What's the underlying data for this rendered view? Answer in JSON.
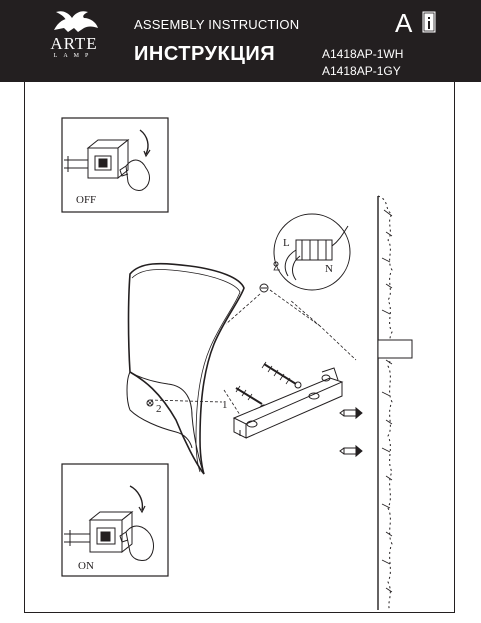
{
  "header": {
    "brand_name": "ARTE",
    "brand_sub": "LAMP",
    "title_en": "ASSEMBLY INSTRUCTION",
    "title_ru": "ИНСТРУКЦИЯ",
    "letter": "A",
    "models": [
      "A1418AP-1WH",
      "A1418AP-1GY"
    ]
  },
  "diagram": {
    "switch_off_label": "OFF",
    "switch_on_label": "ON",
    "wire_labels": [
      "L",
      "N"
    ],
    "callouts": [
      "1",
      "2"
    ]
  }
}
